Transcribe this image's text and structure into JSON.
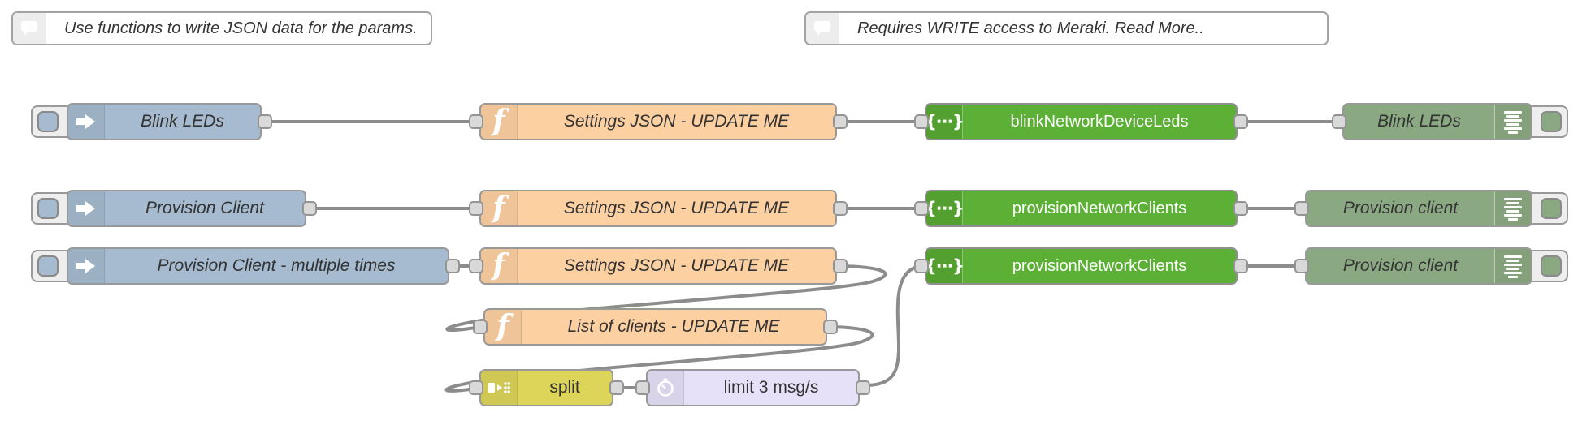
{
  "app": "flow-editor-canvas",
  "comments": [
    {
      "label": "Use functions to write JSON data for the params."
    },
    {
      "label": "Requires WRITE access to Meraki. Read More.."
    }
  ],
  "nodes": [
    {
      "id": "inject_blink",
      "type": "inject",
      "label": "Blink LEDs"
    },
    {
      "id": "fn_settings_1",
      "type": "function",
      "label": "Settings JSON - UPDATE ME"
    },
    {
      "id": "api_blink",
      "type": "api",
      "label": "blinkNetworkDeviceLeds"
    },
    {
      "id": "debug_blink",
      "type": "debug",
      "label": "Blink LEDs"
    },
    {
      "id": "inject_provision",
      "type": "inject",
      "label": "Provision Client"
    },
    {
      "id": "fn_settings_2",
      "type": "function",
      "label": "Settings JSON - UPDATE ME"
    },
    {
      "id": "api_provision_1",
      "type": "api",
      "label": "provisionNetworkClients"
    },
    {
      "id": "debug_provision_1",
      "type": "debug",
      "label": "Provision client"
    },
    {
      "id": "inject_provision_multi",
      "type": "inject",
      "label": "Provision Client - multiple times"
    },
    {
      "id": "fn_settings_3",
      "type": "function",
      "label": "Settings JSON - UPDATE ME"
    },
    {
      "id": "fn_list",
      "type": "function",
      "label": "List of clients - UPDATE ME"
    },
    {
      "id": "split",
      "type": "split",
      "label": "split"
    },
    {
      "id": "limit",
      "type": "delay",
      "label": "limit 3 msg/s"
    },
    {
      "id": "api_provision_2",
      "type": "api",
      "label": "provisionNetworkClients"
    },
    {
      "id": "debug_provision_2",
      "type": "debug",
      "label": "Provision client"
    }
  ],
  "wires": [
    {
      "from": "inject_blink",
      "to": "fn_settings_1"
    },
    {
      "from": "fn_settings_1",
      "to": "api_blink"
    },
    {
      "from": "api_blink",
      "to": "debug_blink"
    },
    {
      "from": "inject_provision",
      "to": "fn_settings_2"
    },
    {
      "from": "fn_settings_2",
      "to": "api_provision_1"
    },
    {
      "from": "api_provision_1",
      "to": "debug_provision_1"
    },
    {
      "from": "inject_provision_multi",
      "to": "fn_settings_3"
    },
    {
      "from": "fn_settings_3",
      "to": "fn_list"
    },
    {
      "from": "fn_list",
      "to": "split"
    },
    {
      "from": "split",
      "to": "limit"
    },
    {
      "from": "limit",
      "to": "api_provision_2"
    },
    {
      "from": "api_provision_2",
      "to": "debug_provision_2"
    }
  ],
  "icons": {
    "function_glyph": "f",
    "api_glyph": "{⋯}",
    "inject": "arrow-right-icon",
    "debug": "lines-icon",
    "split": "split-icon",
    "delay": "timer-icon",
    "comment": "speech-bubble-icon"
  },
  "colors": {
    "inject": "#a6bbcf",
    "function": "#fdd0a2",
    "api": "#5cb035",
    "debug": "#8aa982",
    "split": "#ddd45a",
    "delay": "#e6e0f8",
    "wire": "#8c8c8c",
    "node_border": "#999999",
    "port_fill": "#d9d9d9",
    "label_dark": "#333333",
    "label_light": "#ffffff",
    "canvas": "#ffffff"
  }
}
